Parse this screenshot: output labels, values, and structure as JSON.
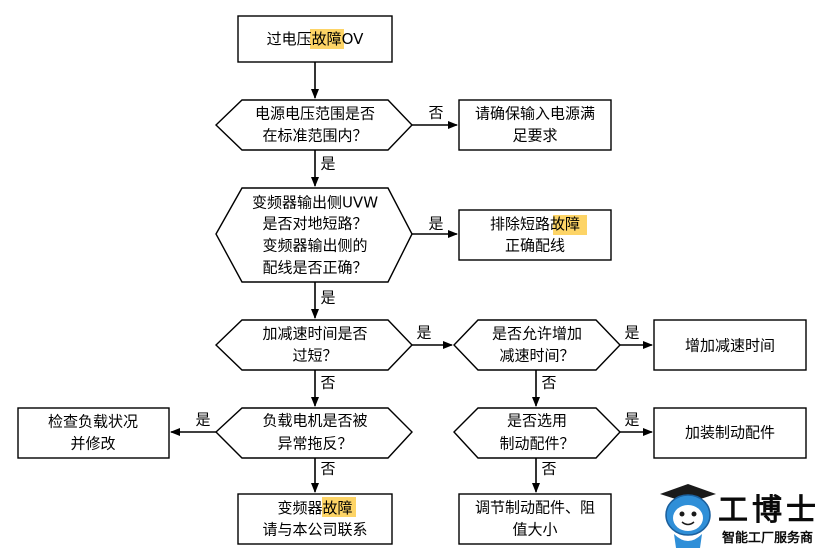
{
  "nodes": {
    "n1": {
      "line1_a": "过电压",
      "line1_hl": "故障",
      "line1_b": "OV"
    },
    "n2": {
      "line1": "电源电压范围是否",
      "line2": "在标准范围内？"
    },
    "n3": {
      "line1": "请确保输入电源满",
      "line2": "足要求"
    },
    "n4": {
      "line1": "变频器输出侧UVW",
      "line2": "是否对地短路？",
      "line3": "变频器输出侧的",
      "line4": "配线是否正确？"
    },
    "n5": {
      "line1_a": "排除短路",
      "line1_hl": "故障",
      "line2": "正确配线"
    },
    "n6": {
      "line1": "加减速时间是否",
      "line2": "过短？"
    },
    "n7": {
      "line1": "是否允许增加",
      "line2": "减速时间？"
    },
    "n8": {
      "line1": "增加减速时间"
    },
    "n9": {
      "line1": "检查负载状况",
      "line2": "并修改"
    },
    "n10": {
      "line1": "负载电机是否被",
      "line2": "异常拖反？"
    },
    "n11": {
      "line1": "是否选用",
      "line2": "制动配件？"
    },
    "n12": {
      "line1": "加装制动配件"
    },
    "n13": {
      "line1_a": "变频器",
      "line1_hl": "故障",
      "line2": "请与本公司联系"
    },
    "n14": {
      "line1": "调节制动配件、阻",
      "line2": "值大小"
    }
  },
  "edges": {
    "e2_3": "否",
    "e2_4": "是",
    "e4_5": "是",
    "e4_6": "是",
    "e6_7": "是",
    "e7_8": "是",
    "e6_10": "否",
    "e10_9": "是",
    "e10_13": "否",
    "e7_11": "否",
    "e11_12": "是",
    "e11_14": "否"
  },
  "logo": {
    "title": "工博士",
    "subtitle": "智能工厂服务商"
  },
  "colors": {
    "highlight": "#fdd466",
    "stroke": "#000000",
    "logo_blue": "#2f8fd8"
  }
}
